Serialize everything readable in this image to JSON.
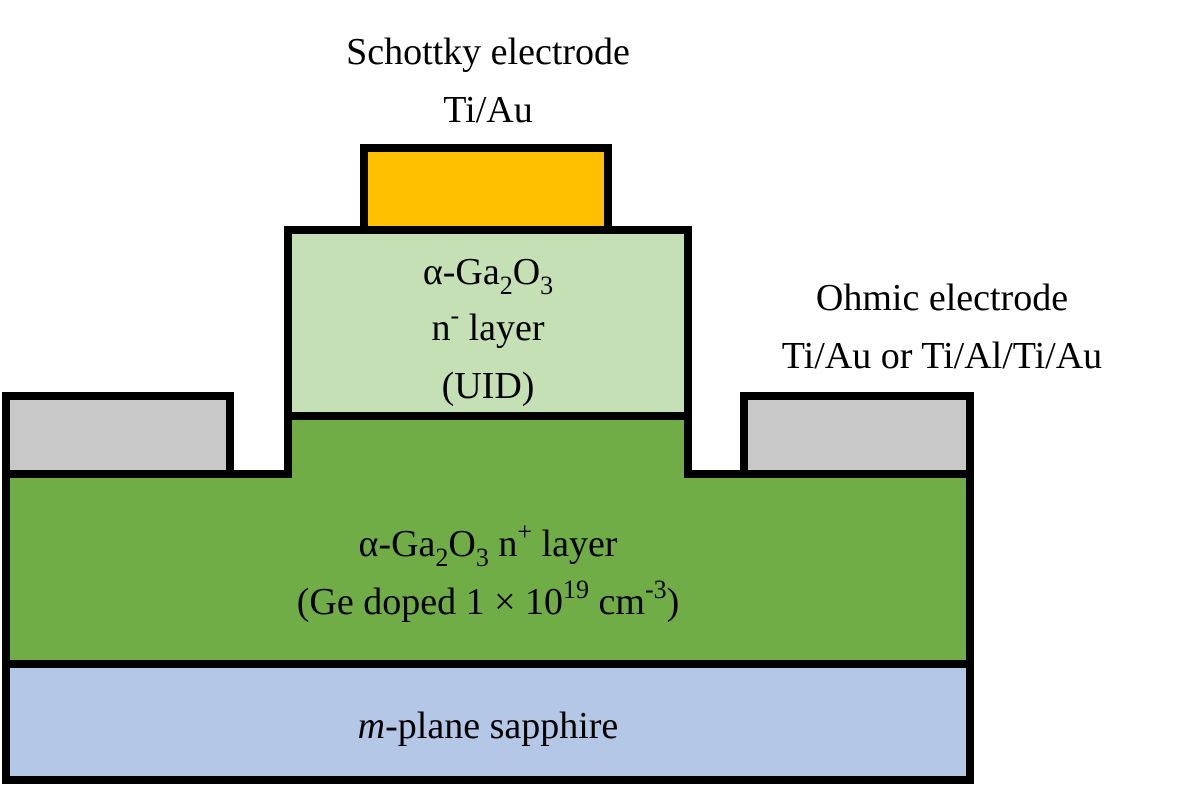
{
  "schottky": {
    "label_line1": "Schottky electrode",
    "label_line2": "Ti/Au",
    "color": "#FFC000"
  },
  "ohmic": {
    "label_line1": "Ohmic electrode",
    "label_line2": "Ti/Au or Ti/Al/Ti/Au",
    "color": "#C8C8C8"
  },
  "n_minus": {
    "line1_prefix": "α-Ga",
    "line1_sub1": "2",
    "line1_mid": "O",
    "line1_sub2": "3",
    "line2_pre": "n",
    "line2_sup": "-",
    "line2_post": " layer",
    "line3": "(UID)",
    "color": "#C5E0B4"
  },
  "n_plus": {
    "line1_prefix": "α-Ga",
    "line1_sub1": "2",
    "line1_mid": "O",
    "line1_sub2": "3",
    "line1_n": " n",
    "line1_sup": "+",
    "line1_post": " layer",
    "line2_pre": "(Ge doped 1 × 10",
    "line2_sup1": "19",
    "line2_mid": " cm",
    "line2_sup2": "-3",
    "line2_post": ")",
    "color": "#70AD47"
  },
  "substrate": {
    "label_italic": "m",
    "label_rest": "-plane sapphire",
    "color": "#B4C7E7"
  },
  "outline_color": "#000000"
}
